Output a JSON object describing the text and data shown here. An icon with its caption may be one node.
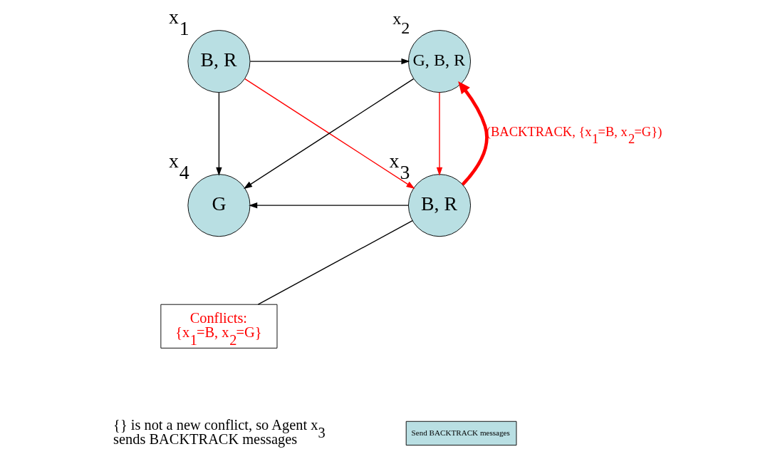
{
  "diagram": {
    "nodes": [
      {
        "text": [
          "B, R"
        ],
        "beside": [
          "x$_{1}$"
        ]
      },
      {
        "text": [
          "G, B, R"
        ],
        "beside": [
          "x$_{2}$"
        ]
      },
      {
        "text": [
          "G"
        ],
        "beside": [
          "x$_{4}$"
        ]
      },
      {
        "text": [
          "B, R"
        ],
        "beside": [
          "x$_{3}$"
        ]
      },
      {
        "text": [
          "Conflicts:",
          "{x$_{1}$=B, x$_{2}$=G}"
        ]
      },
      {
        "text": [
          "Send BACKTRACK messages"
        ]
      }
    ],
    "edges": [
      {
        "from": 0,
        "to": 1,
        "arrow": "to"
      },
      {
        "from": 0,
        "to": 2,
        "arrow": "to"
      },
      {
        "from": 0,
        "to": 3,
        "arrow": "to",
        "color": "#ff0000"
      },
      {
        "from": 1,
        "to": 2,
        "arrow": "to"
      },
      {
        "from": 1,
        "to": 3,
        "arrow": "to",
        "color": "#ff0000"
      },
      {
        "from": 3,
        "to": 2,
        "arrow": "to"
      },
      {
        "from": 3,
        "to": 1,
        "arrow": "to",
        "style": "thick",
        "color": "#ff0000",
        "label": "(BACKTRACK, {x$_{1}$=B, x$_{2}$=G})"
      },
      {
        "from": 4,
        "to": 3,
        "arrow": "none"
      }
    ],
    "labels": [
      "{} is not a new conflict, so Agent x$_{3}$ sends BACKTRACK messages"
    ]
  }
}
